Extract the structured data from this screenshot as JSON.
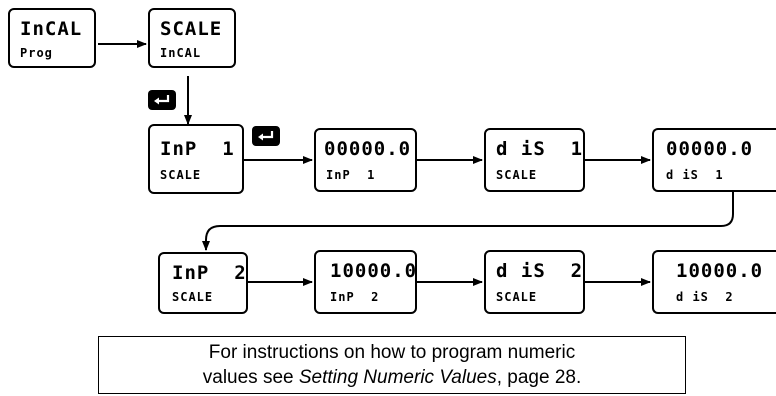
{
  "boxes": [
    {
      "top": "InCAL",
      "bottom": "Prog"
    },
    {
      "top": "SCALE",
      "bottom": "InCAL"
    },
    {
      "top": "InP  1",
      "bottom": "SCALE"
    },
    {
      "top": "00000.0",
      "bottom": "InP  1"
    },
    {
      "top": "d iS  1",
      "bottom": "SCALE"
    },
    {
      "top": "00000.0",
      "bottom": "d iS  1"
    },
    {
      "top": "InP  2",
      "bottom": "SCALE"
    },
    {
      "top": "10000.0",
      "bottom": "InP  2"
    },
    {
      "top": "d iS  2",
      "bottom": "SCALE"
    },
    {
      "top": "10000.0",
      "bottom": "d iS  2"
    }
  ],
  "enter_icon": "enter-return-icon",
  "note": {
    "line1": "For instructions on how to program numeric",
    "line2_prefix": "values see ",
    "line2_italic": "Setting Numeric Values",
    "line2_suffix": ", page 28."
  }
}
